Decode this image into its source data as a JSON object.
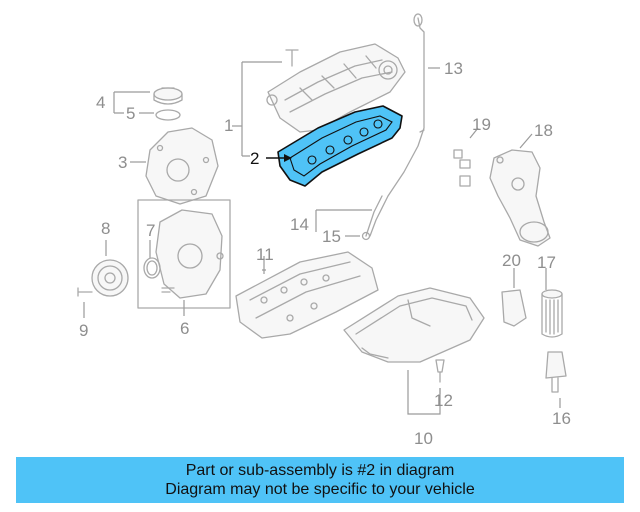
{
  "callouts": {
    "c1": "1",
    "c2": "2",
    "c3": "3",
    "c4": "4",
    "c5": "5",
    "c6": "6",
    "c7": "7",
    "c8": "8",
    "c9": "9",
    "c10": "10",
    "c11": "11",
    "c12": "12",
    "c13": "13",
    "c14": "14",
    "c15": "15",
    "c16": "16",
    "c17": "17",
    "c18": "18",
    "c19": "19",
    "c20": "20"
  },
  "highlighted_part": "2",
  "colors": {
    "highlight": "#4fc3f7",
    "banner": "#4fc3f7",
    "line_art": "#a9a9a9"
  },
  "banner": {
    "line1": "Part or sub-assembly is #2 in diagram",
    "line2": "Diagram may not be specific to your vehicle"
  }
}
